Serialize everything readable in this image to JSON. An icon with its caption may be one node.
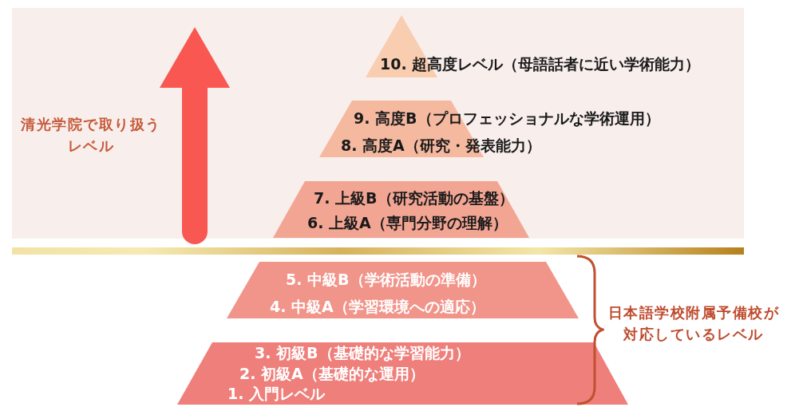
{
  "diagram": {
    "nodes": [
      {
        "text": [
          "清光学院で取り扱うレベル"
        ]
      },
      {
        "text": [
          "10. 超高度レベル（母語話者に近い学術能力）"
        ],
        "in": 0
      },
      {
        "text": [
          "9. 高度B（プロフェッショナルな学術運用）",
          "8. 高度A（研究・発表能力）"
        ],
        "in": 0
      },
      {
        "text": [
          "7. 上級B（研究活動の基盤）",
          "6. 上級A（専門分野の理解）"
        ],
        "in": 0
      },
      {
        "text": [
          "5. 中級B（学術活動の準備）",
          "4. 中級A（学習環境への適応）"
        ]
      },
      {
        "text": [
          "3. 初級B（基礎的な学習能力）",
          "2. 初級A（基礎的な運用）",
          "1. 入門レベル"
        ]
      }
    ],
    "labels": [
      "日本語学校附属予備校が対応しているレベル"
    ]
  }
}
